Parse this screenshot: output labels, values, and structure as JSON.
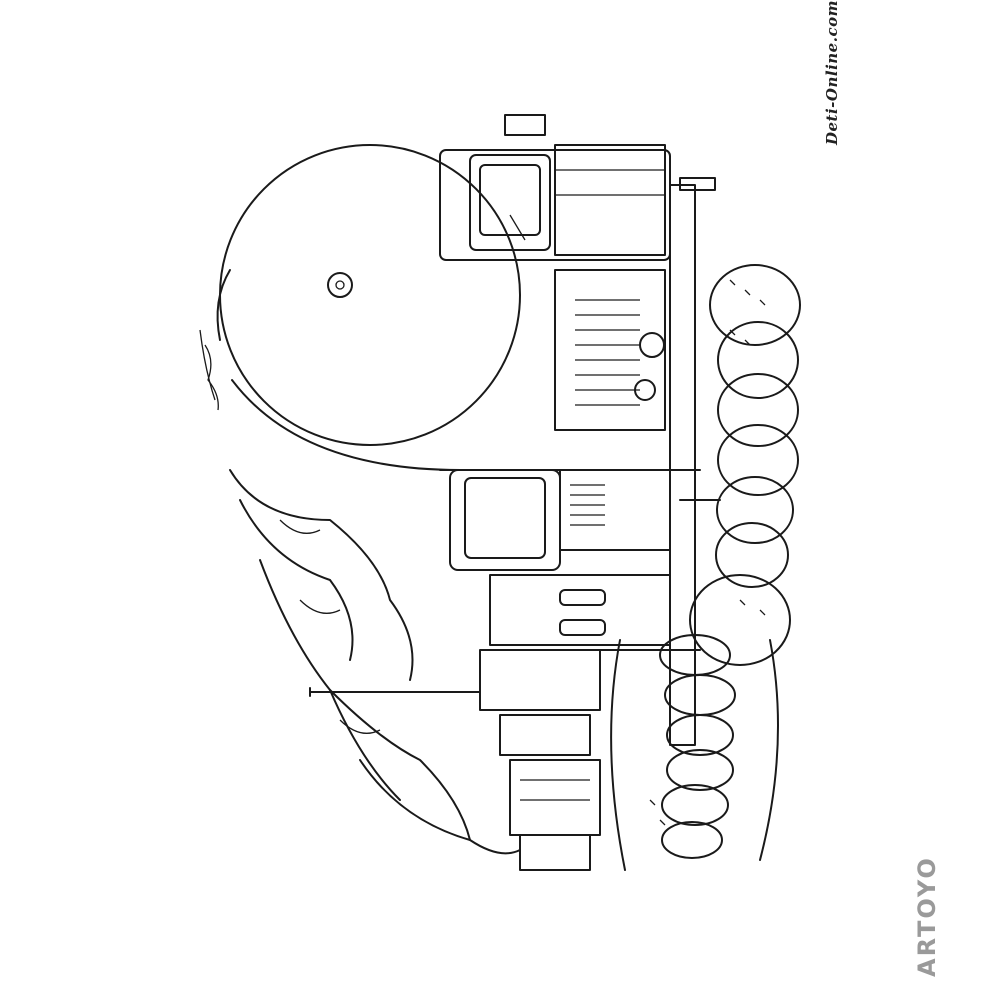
{
  "image": {
    "subject": "Military truck carrying a large spherical tank",
    "style": "line-art coloring page"
  },
  "watermarks": {
    "top_right": "Deti-Online.com",
    "bottom_right": "ARTOYO"
  },
  "colors": {
    "line": "#1a1a1a",
    "watermark_gray": "#9a9a9a",
    "accent_blue": "#3aa0e0"
  }
}
